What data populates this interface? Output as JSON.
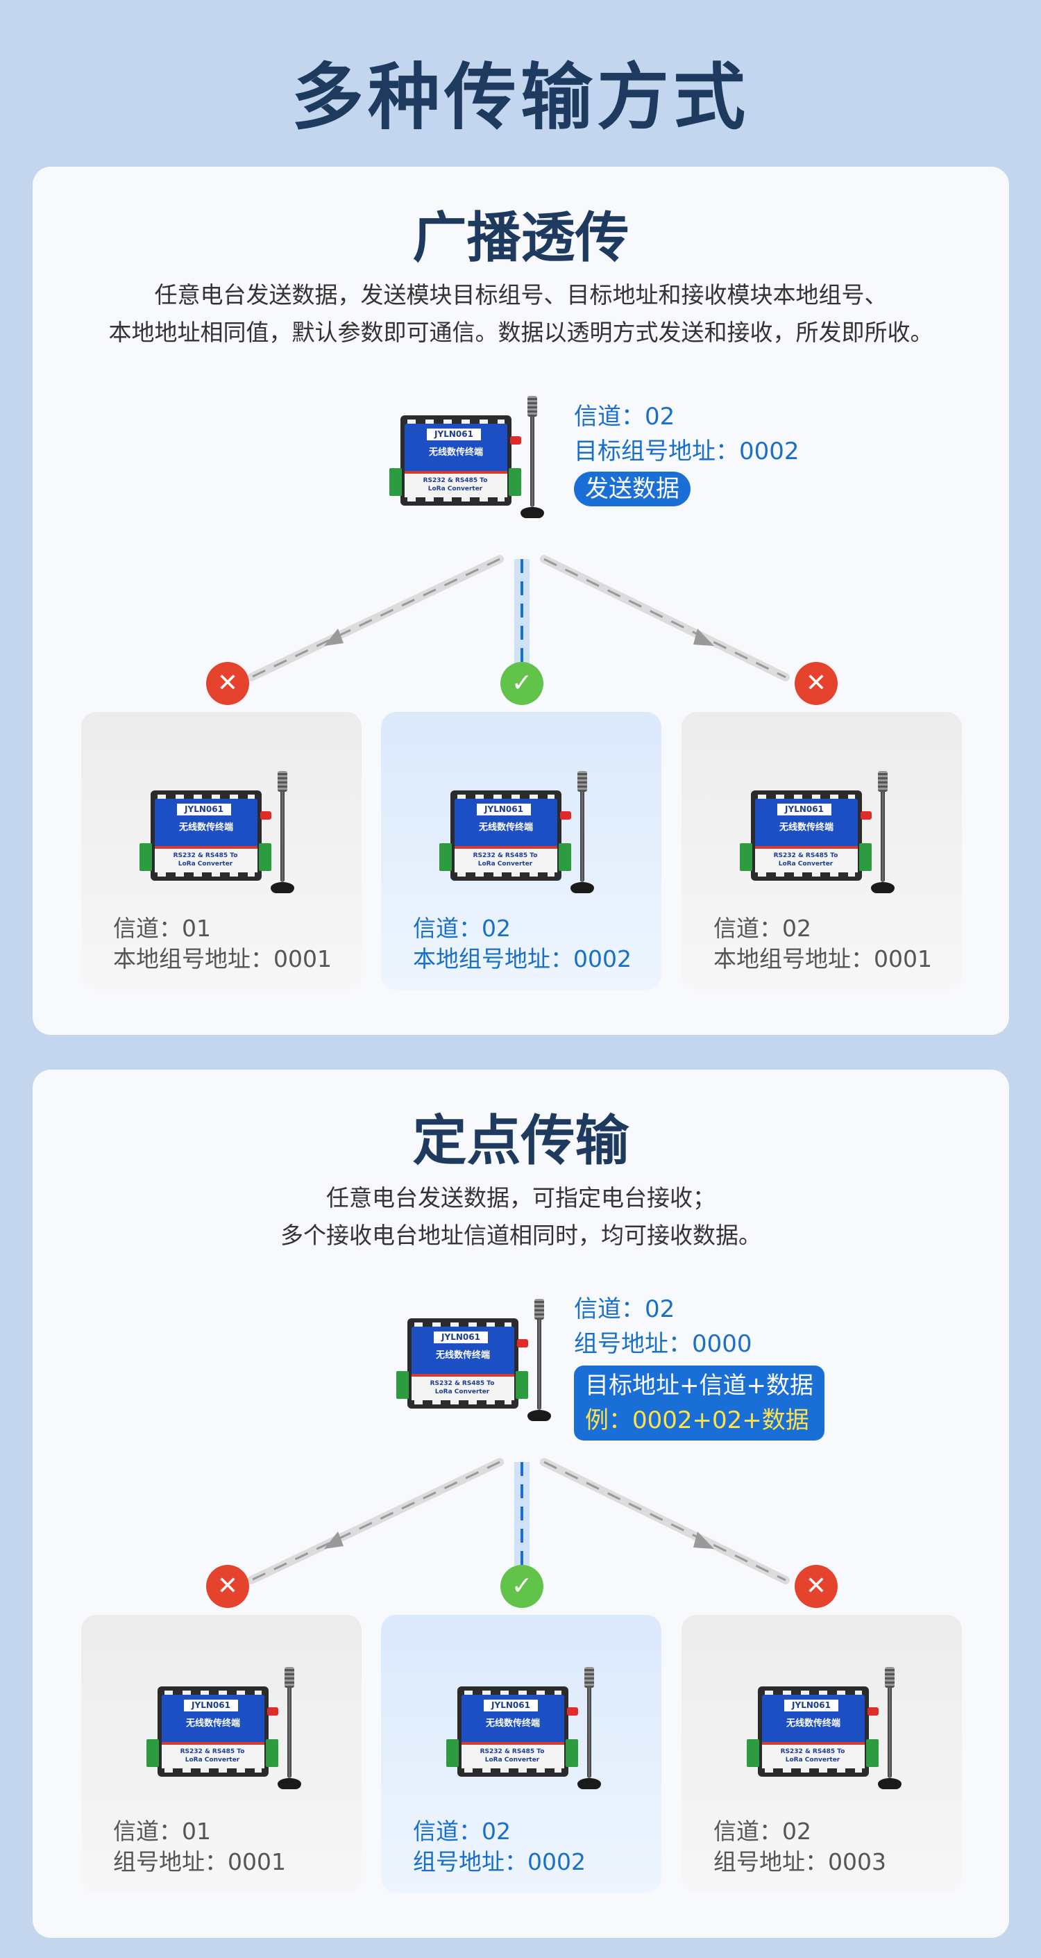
{
  "page_title": "多种传输方式",
  "sections": [
    {
      "title": "广播透传",
      "desc": [
        "任意电台发送数据，发送模块目标组号、目标地址和接收模块本地组号、",
        "本地地址相同值，默认参数即可通信。数据以透明方式发送和接收，所发即所收。"
      ],
      "sender": {
        "line1": "信道：02",
        "line2": "目标组号地址：0002",
        "badge": "发送数据"
      },
      "receivers": [
        {
          "line1": "信道：01",
          "line2": "本地组号地址：0001",
          "status": "fail"
        },
        {
          "line1": "信道：02",
          "line2": "本地组号地址：0002",
          "status": "ok"
        },
        {
          "line1": "信道：02",
          "line2": "本地组号地址：0001",
          "status": "fail"
        }
      ]
    },
    {
      "title": "定点传输",
      "desc": [
        "任意电台发送数据，可指定电台接收；",
        "多个接收电台地址信道相同时，均可接收数据。"
      ],
      "sender": {
        "line1": "信道：02",
        "line2": "组号地址：0000",
        "box_line1": "目标地址+信道+数据",
        "box_line2": "例：0002+02+数据"
      },
      "receivers": [
        {
          "line1": "信道：01",
          "line2": "组号地址：0001",
          "status": "fail"
        },
        {
          "line1": "信道：02",
          "line2": "组号地址：0002",
          "status": "ok"
        },
        {
          "line1": "信道：02",
          "line2": "组号地址：0003",
          "status": "fail"
        }
      ]
    }
  ],
  "device": {
    "label": "JYLN061",
    "name": "无线数传终端",
    "sub_line1": "RS232 & RS485 To",
    "sub_line2": "LoRa Converter"
  },
  "colors": {
    "accent": "#1a6fd6",
    "fail": "#e6432e",
    "ok": "#62c34a",
    "title": "#1f3a5f"
  }
}
